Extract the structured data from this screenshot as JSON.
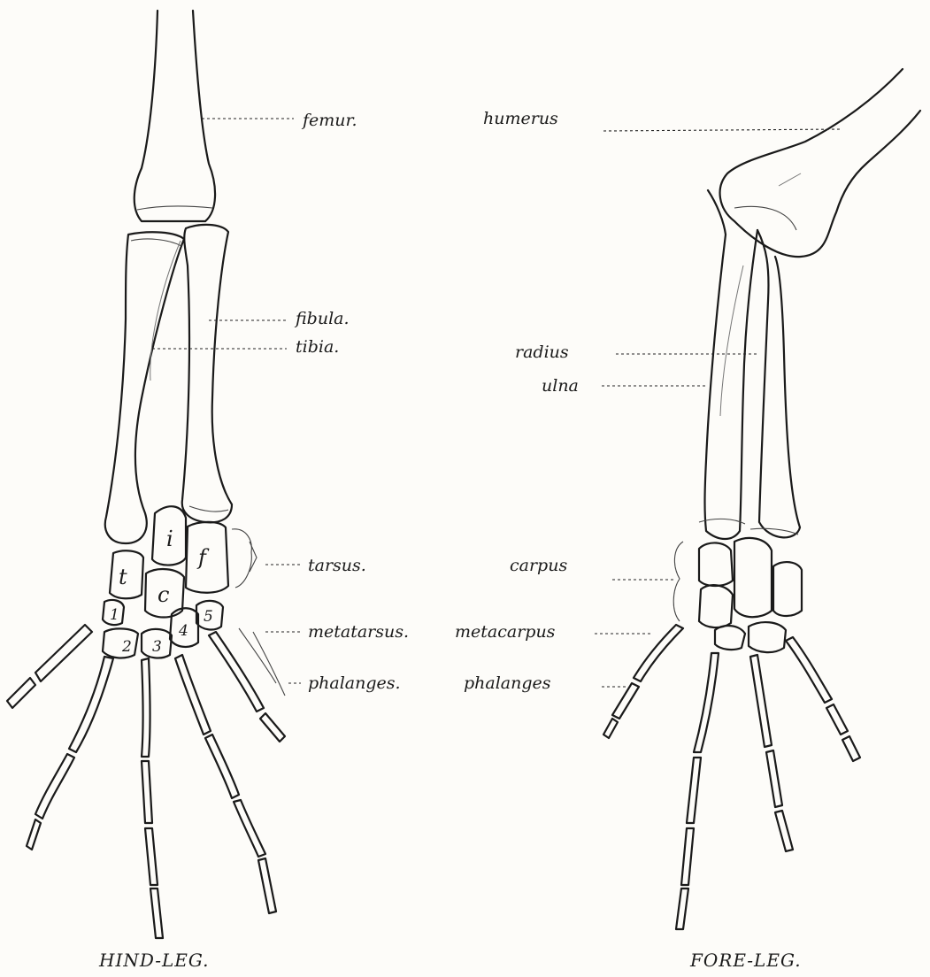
{
  "hind_leg": {
    "caption": "HIND-LEG.",
    "labels": {
      "femur": "femur.",
      "fibula": "fibula.",
      "tibia": "tibia.",
      "tarsus": "tarsus.",
      "metatarsus": "metatarsus.",
      "phalanges": "phalanges."
    },
    "tarsal_letters": [
      "i",
      "t",
      "c",
      "f"
    ],
    "metatarsal_numbers": [
      "1",
      "2",
      "3",
      "4",
      "5"
    ]
  },
  "fore_leg": {
    "caption": "FORE-LEG.",
    "labels": {
      "humerus": "humerus",
      "radius": "radius",
      "ulna": "ulna",
      "carpus": "carpus",
      "metacarpus": "metacarpus",
      "phalanges": "phalanges"
    }
  }
}
